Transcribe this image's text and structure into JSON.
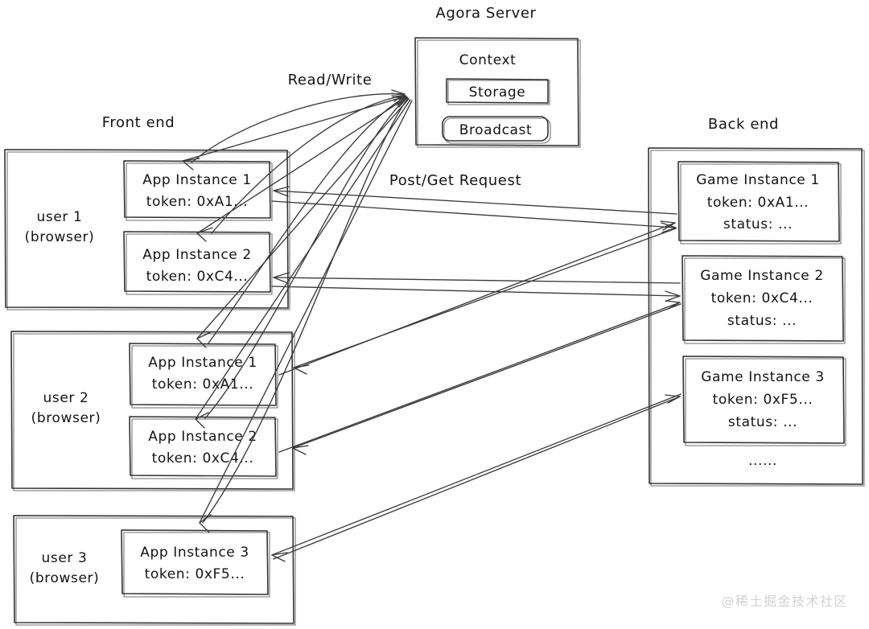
{
  "diagram": {
    "title_agora": "Agora Server",
    "label_front_end": "Front end",
    "label_back_end": "Back end",
    "watermark": "@稀土掘金技术社区",
    "agora": {
      "context_label": "Context",
      "storage_label": "Storage",
      "broadcast_label": "Broadcast"
    },
    "edge_labels": {
      "read_write": "Read/Write",
      "post_get": "Post/Get Request"
    },
    "front_end": {
      "users": [
        {
          "name_line1": "user 1",
          "name_line2": "(browser)",
          "instances": [
            {
              "title": "App Instance 1",
              "token": "token: 0xA1..."
            },
            {
              "title": "App Instance 2",
              "token": "token: 0xC4..."
            }
          ]
        },
        {
          "name_line1": "user 2",
          "name_line2": "(browser)",
          "instances": [
            {
              "title": "App Instance 1",
              "token": "token: 0xA1..."
            },
            {
              "title": "App Instance 2",
              "token": "token: 0xC4..."
            }
          ]
        },
        {
          "name_line1": "user 3",
          "name_line2": "(browser)",
          "instances": [
            {
              "title": "App Instance 3",
              "token": "token: 0xF5..."
            }
          ]
        }
      ]
    },
    "back_end": {
      "instances": [
        {
          "title": "Game Instance 1",
          "token": "token: 0xA1...",
          "status": "status: ..."
        },
        {
          "title": "Game Instance 2",
          "token": "token: 0xC4...",
          "status": "status: ..."
        },
        {
          "title": "Game Instance 3",
          "token": "token: 0xF5...",
          "status": "status: ..."
        }
      ],
      "more": "......"
    },
    "colors": {
      "stroke": "#333333",
      "stroke_soft": "#8a8a8a",
      "text": "#141414",
      "connector": "#3a3a3a",
      "background": "#ffffff",
      "watermark": "#d2d2d2"
    }
  }
}
